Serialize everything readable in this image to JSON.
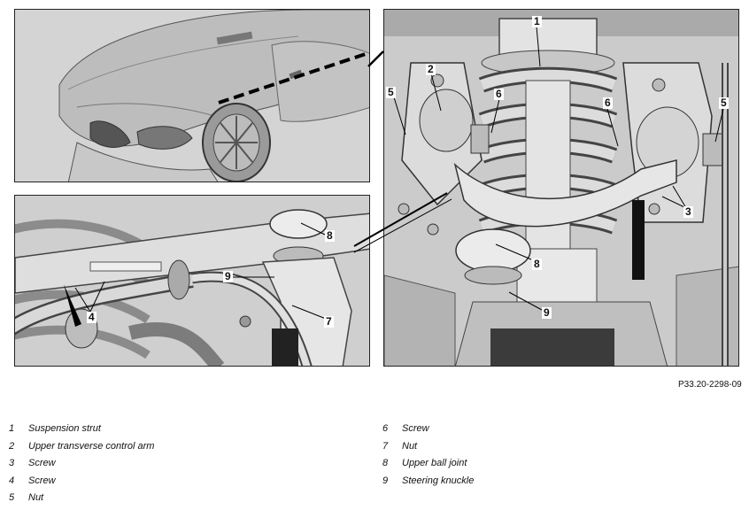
{
  "figure_ref": "P33.20-2298-09",
  "callouts": {
    "c1": "1",
    "c2": "2",
    "c3": "3",
    "c4": "4",
    "c5a": "5",
    "c5b": "5",
    "c6a": "6",
    "c6b": "6",
    "c7": "7",
    "c8a": "8",
    "c8b": "8",
    "c9a": "9",
    "c9b": "9"
  },
  "legend": [
    {
      "num": "1",
      "text": "Suspension strut"
    },
    {
      "num": "2",
      "text": "Upper transverse control arm"
    },
    {
      "num": "3",
      "text": "Screw"
    },
    {
      "num": "4",
      "text": "Screw"
    },
    {
      "num": "5",
      "text": "Nut"
    },
    {
      "num": "6",
      "text": "Screw"
    },
    {
      "num": "7",
      "text": "Nut"
    },
    {
      "num": "8",
      "text": "Upper ball joint"
    },
    {
      "num": "9",
      "text": "Steering knuckle"
    }
  ]
}
